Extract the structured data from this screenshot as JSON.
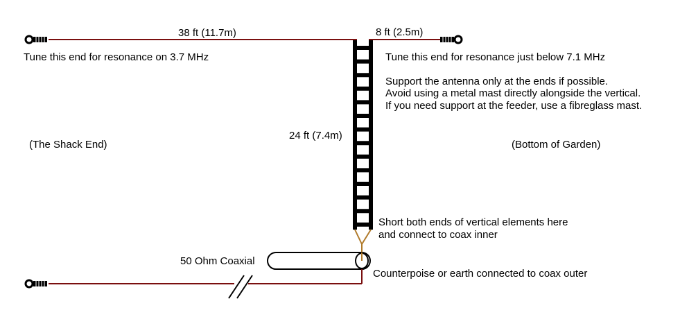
{
  "diagram": {
    "labels": {
      "left_top_length": "38 ft  (11.7m)",
      "right_top_length": "8 ft (2.5m)",
      "left_tune": "Tune this end for resonance on 3.7 MHz",
      "right_tune": "Tune this end for resonance just below 7.1 MHz",
      "support_note_1": "Support the antenna only at the ends if possible.",
      "support_note_2": "Avoid using a metal mast directly alongside the vertical.",
      "support_note_3": "If you need support at the feeder, use a fibreglass mast.",
      "shack_end": "(The Shack End)",
      "garden_end": "(Bottom of Garden)",
      "ladder_length": "24 ft (7.4m)",
      "short_note_1": "Short both ends of vertical elements here",
      "short_note_2": "and connect to coax inner",
      "coax_label": "50 Ohm Coaxial",
      "counterpoise_note": "Counterpoise or earth connected to coax outer"
    },
    "colors": {
      "wire": "#7a0f0f",
      "ladder": "#000000",
      "coax_inner": "#b07a2a",
      "text": "#000000"
    },
    "icons": [
      "insulator-icon",
      "insulator-icon",
      "insulator-icon",
      "break-mark-icon"
    ]
  }
}
